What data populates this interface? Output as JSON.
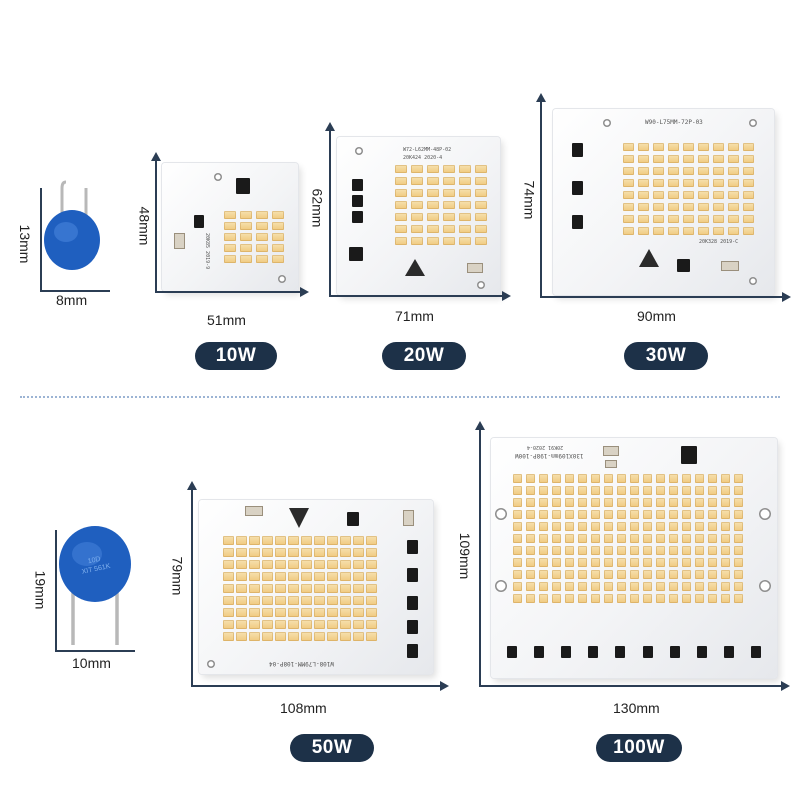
{
  "capacitors": [
    {
      "height_label": "13mm",
      "width_label": "8mm",
      "marking": ""
    },
    {
      "height_label": "19mm",
      "width_label": "10mm",
      "marking": "10D XIT JKD 561K"
    }
  ],
  "boards": [
    {
      "id": "10w",
      "power": "10W",
      "width_label": "51mm",
      "height_label": "48mm",
      "silk_top": "",
      "silk_side": "20K85 2019-9",
      "led_cols": 4,
      "led_rows": 5
    },
    {
      "id": "20w",
      "power": "20W",
      "width_label": "71mm",
      "height_label": "62mm",
      "silk_top": "W72-L62MM-48P-02",
      "silk_side": "20K424 2020-4",
      "led_cols": 6,
      "led_rows": 7
    },
    {
      "id": "30w",
      "power": "30W",
      "width_label": "90mm",
      "height_label": "74mm",
      "silk_top": "W90-L75MM-72P-03",
      "silk_side": "20K328 2019-C",
      "led_cols": 9,
      "led_rows": 8
    },
    {
      "id": "50w",
      "power": "50W",
      "width_label": "108mm",
      "height_label": "79mm",
      "silk_top": "W108-L79MM-108P-04",
      "silk_side": "",
      "led_cols": 12,
      "led_rows": 9
    },
    {
      "id": "100w",
      "power": "100W",
      "width_label": "130mm",
      "height_label": "109mm",
      "silk_top": "130X109mm-198P-100W",
      "silk_side": "20K91 2020-4",
      "led_cols": 18,
      "led_rows": 11
    }
  ],
  "colors": {
    "accent": "#1d3148",
    "ruler": "#2b3d54",
    "capacitor": "#1f5fbf",
    "led": "#f0c97f",
    "divider": "#9cb4d4"
  }
}
